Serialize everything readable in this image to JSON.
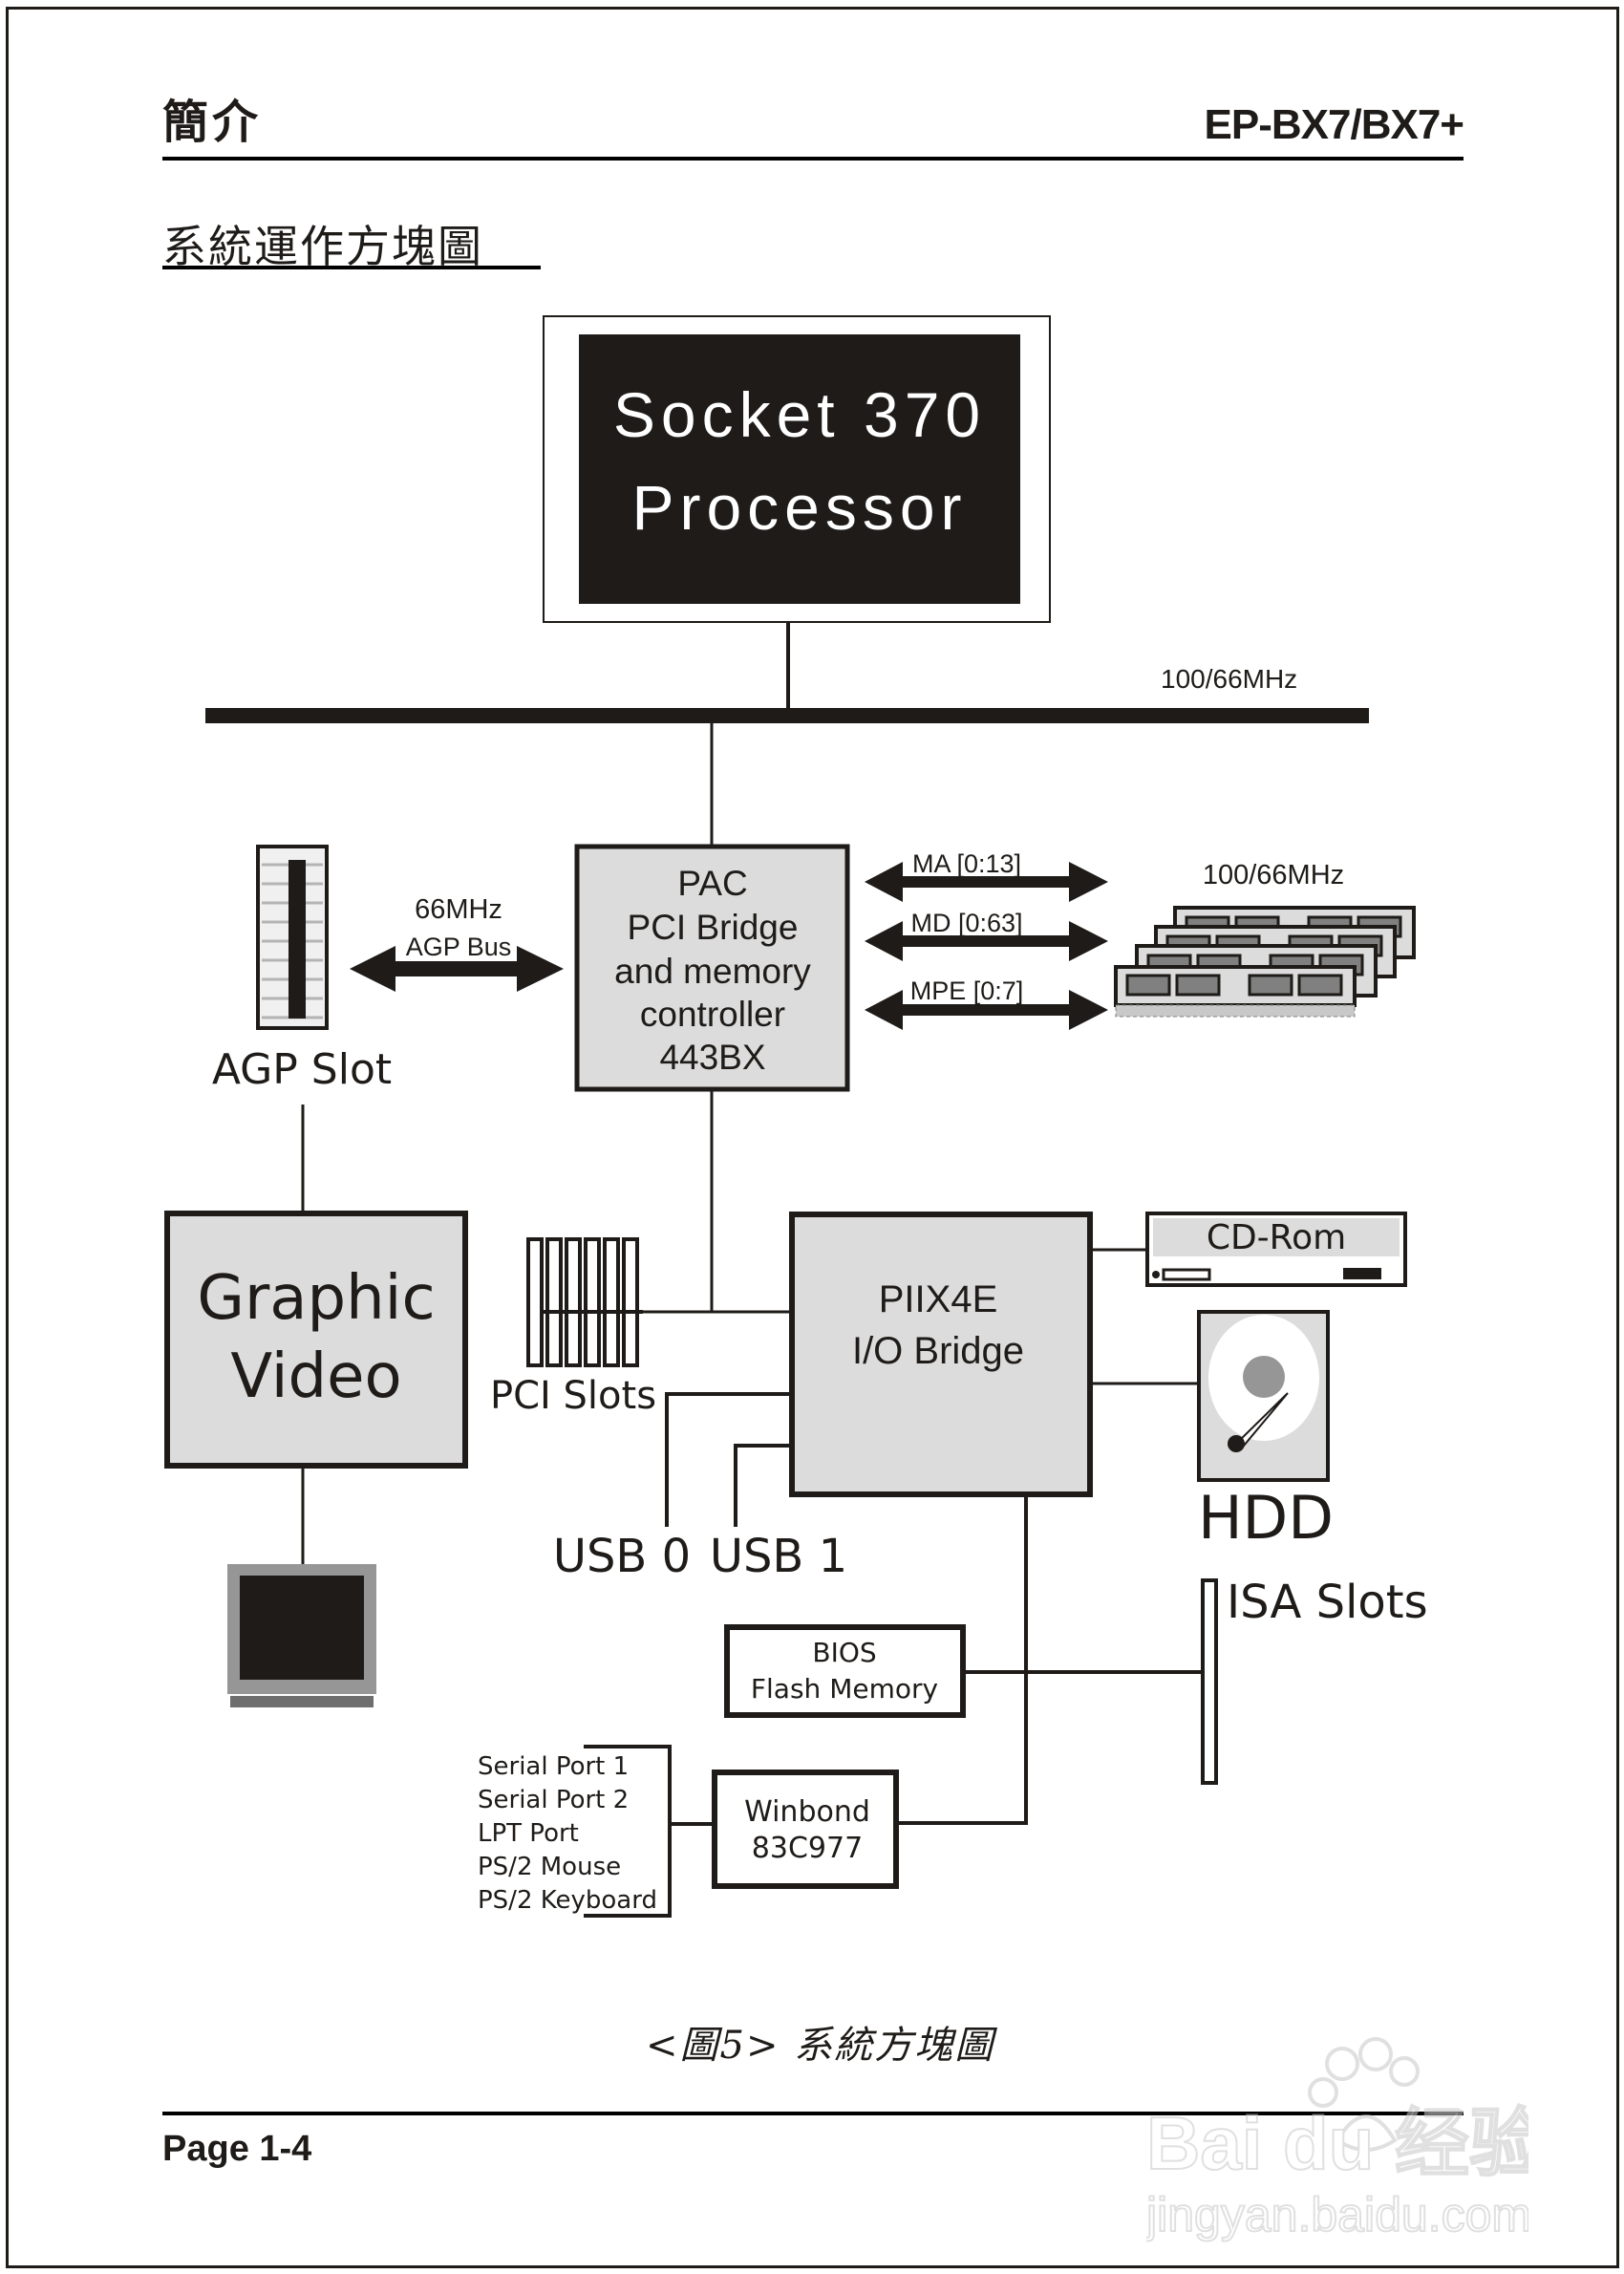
{
  "header": {
    "section_cn": "簡介",
    "model": "EP-BX7/BX7+"
  },
  "section_title": "系統運作方塊圖",
  "diagram": {
    "cpu": {
      "line1": "Socket 370",
      "line2": "Processor"
    },
    "host_bus": {
      "label": "100/66MHz"
    },
    "pac": {
      "lines": [
        "PAC",
        "PCI Bridge",
        "and memory",
        "controller",
        "443BX"
      ]
    },
    "agp": {
      "freq": "66MHz",
      "bus_label": "AGP Bus",
      "slot_label": "AGP Slot"
    },
    "memory_buses": [
      "MA [0:13]",
      "MD [0:63]",
      "MPE [0:7]"
    ],
    "memory_freq": "100/66MHz",
    "graphic": {
      "line1": "Graphic",
      "line2": "Video"
    },
    "pci_slots_label": "PCI Slots",
    "piix": {
      "line1": "PIIX4E",
      "line2": "I/O Bridge"
    },
    "cdrom_label": "CD-Rom",
    "hdd_label": "HDD",
    "usb": [
      "USB 0",
      "USB 1"
    ],
    "isa_label": "ISA Slots",
    "bios": {
      "line1": "BIOS",
      "line2": "Flash Memory"
    },
    "superio": {
      "line1": "Winbond",
      "line2": "83C977"
    },
    "io_ports": [
      "Serial Port 1",
      "Serial Port 2",
      "LPT Port",
      "PS/2 Mouse",
      "PS/2 Keyboard"
    ]
  },
  "caption": "<圖5>  系統方塊圖",
  "footer": {
    "page": "Page 1-4"
  },
  "watermark": {
    "brand": "Bai du 经验",
    "url": "jingyan.baidu.com"
  },
  "colors": {
    "ink": "#1e1b18",
    "box_fill": "#dcdcdc",
    "chip_dark": "#808080",
    "monitor_frame": "#969696"
  }
}
